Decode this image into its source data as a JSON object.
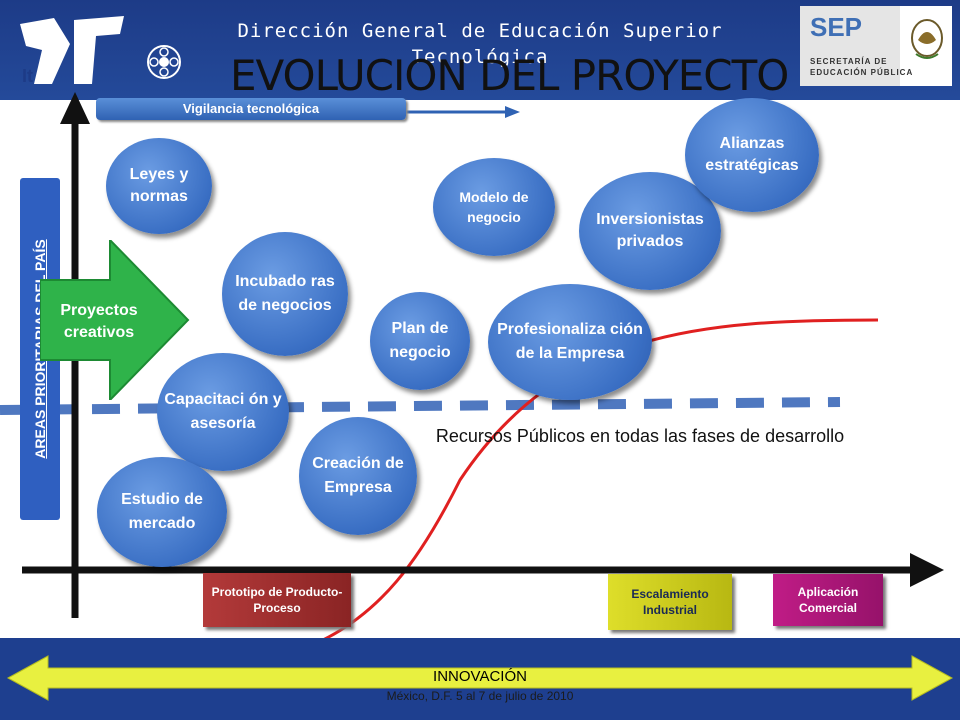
{
  "header": {
    "institution": "Dirección General de Educación Superior Tecnológica",
    "logo_text": "It",
    "sep_title": "SEP",
    "sep_line1": "SECRETARÍA DE",
    "sep_line2": "EDUCACIÓN PÚBLICA"
  },
  "title": "EVOLUCION DEL PROYECTO",
  "vigilancia": "Vigilancia tecnológica",
  "side_label": "AREAS PRIORITARIAS DEL PAÍS",
  "arrow_label": "Proyectos creativos",
  "circles": {
    "leyes": "Leyes y normas",
    "incubadoras": "Incubado ras de negocios",
    "capacitacion": "Capacitaci ón y asesoría",
    "estudio": "Estudio de mercado",
    "creacion": "Creación de Empresa",
    "plan": "Plan de negocio",
    "modelo": "Modelo de negocio",
    "profesionalizacion": "Profesionaliza ción de la Empresa",
    "inversionistas": "Inversionistas privados",
    "alianzas": "Alianzas estratégicas"
  },
  "recursos": "Recursos Públicos en todas las fases de desarrollo",
  "stages": {
    "prototipo": "Prototipo de Producto-Proceso",
    "escalamiento": "Escalamiento Industrial",
    "aplicacion": "Aplicación Comercial"
  },
  "footer": {
    "innovacion": "INNOVACIÓN",
    "date": "México, D.F.  5 al 7 de julio de 2010"
  },
  "colors": {
    "header_blue": "#1d3b87",
    "circle_blue": "#3a6fc4",
    "arrow_green": "#2fb34a",
    "curve_red": "#e02020",
    "dashed_blue": "#4f78c0",
    "prototipo": "#a83232",
    "escalamiento": "#cccc18",
    "aplicacion": "#b0187a",
    "innovation_arrow": "#e8f040"
  }
}
